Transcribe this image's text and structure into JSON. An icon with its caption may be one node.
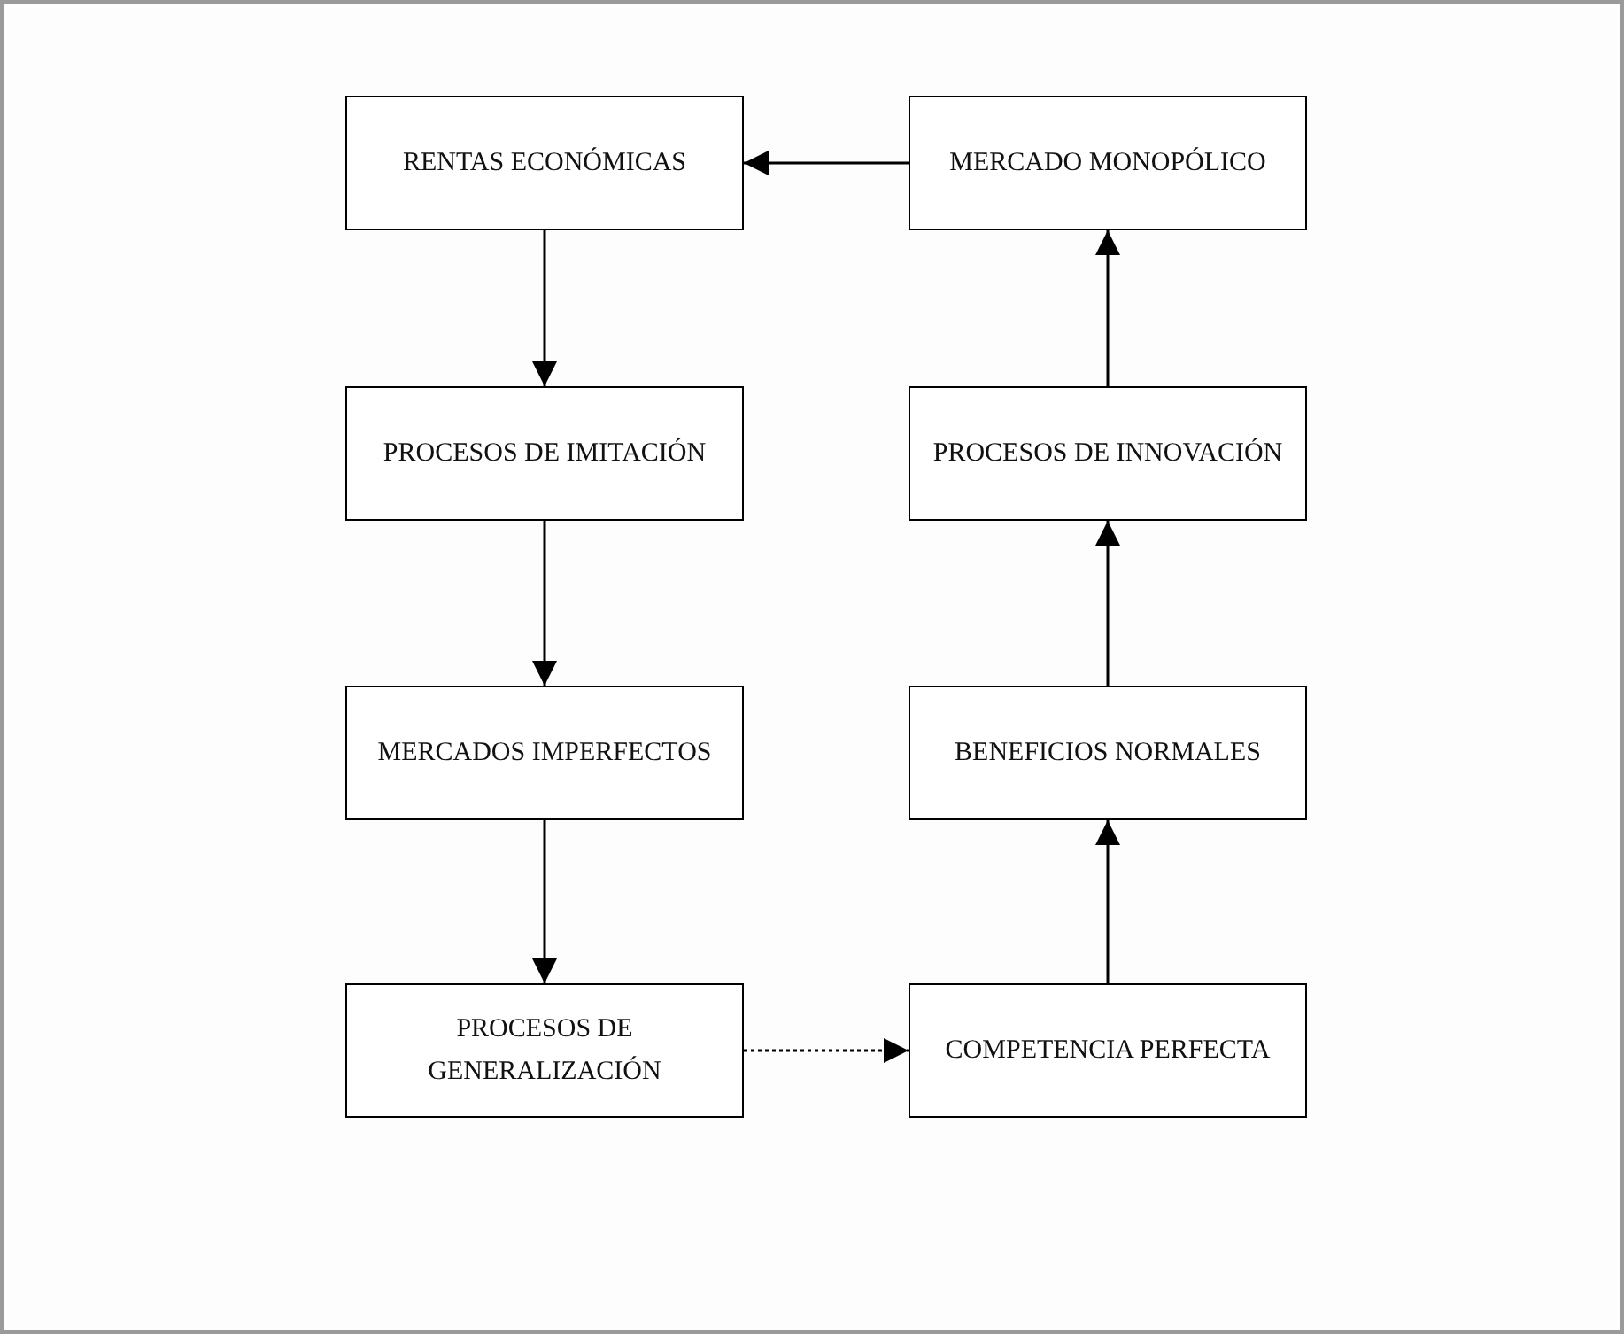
{
  "diagram": {
    "nodes": [
      {
        "text": [
          "RENTAS ECONÓMICAS"
        ]
      },
      {
        "text": [
          "MERCADO MONOPÓLICO"
        ]
      },
      {
        "text": [
          "PROCESOS DE IMITACIÓN"
        ]
      },
      {
        "text": [
          "PROCESOS DE INNOVACIÓN"
        ]
      },
      {
        "text": [
          "MERCADOS IMPERFECTOS"
        ]
      },
      {
        "text": [
          "BENEFICIOS NORMALES"
        ]
      },
      {
        "text": [
          "PROCESOS DE GENERALIZACIÓN"
        ]
      },
      {
        "text": [
          "COMPETENCIA PERFECTA"
        ]
      }
    ],
    "edges": [
      {
        "from": 1,
        "to": 0,
        "arrow": "to"
      },
      {
        "from": 0,
        "to": 2,
        "arrow": "to"
      },
      {
        "from": 2,
        "to": 4,
        "arrow": "to"
      },
      {
        "from": 4,
        "to": 6,
        "arrow": "to"
      },
      {
        "from": 6,
        "to": 7,
        "arrow": "to",
        "style": "dashed"
      },
      {
        "from": 7,
        "to": 5,
        "arrow": "to"
      },
      {
        "from": 5,
        "to": 3,
        "arrow": "to"
      },
      {
        "from": 3,
        "to": 1,
        "arrow": "to"
      }
    ]
  }
}
